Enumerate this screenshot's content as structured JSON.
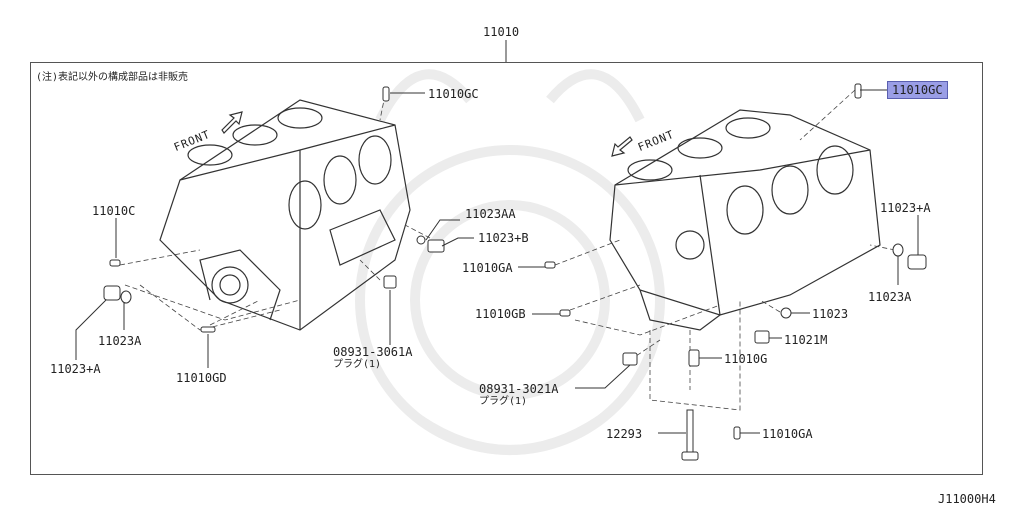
{
  "header": {
    "assembly_number": "11010"
  },
  "note": "(注)表記以外の構成部品は非販売",
  "front_left": "FRONT",
  "front_right": "FRONT",
  "diagram_code": "J11000H4",
  "left_block": {
    "p_11010GC": "11010GC",
    "p_11010C": "11010C",
    "p_11023AA": "11023AA",
    "p_11023B": "11023+B",
    "p_11023A": "11023A",
    "p_11023PA": "11023+A",
    "p_11010GD": "11010GD",
    "p_08931_3061A": "08931-3061A",
    "plug_3061A": "プラグ(1)"
  },
  "right_block": {
    "p_11010GC": "11010GC",
    "p_11023PA": "11023+A",
    "p_11023A": "11023A",
    "p_11010GA_top": "11010GA",
    "p_11010GB": "11010GB",
    "p_11023": "11023",
    "p_11021M": "11021M",
    "p_11010G": "11010G",
    "p_08931_3021A": "08931-3021A",
    "plug_3021A": "プラグ(1)",
    "p_12293": "12293",
    "p_11010GA_bottom": "11010GA"
  },
  "colors": {
    "highlight": "#9a9ee6",
    "line": "#333333",
    "watermark": "#eeeeee"
  }
}
